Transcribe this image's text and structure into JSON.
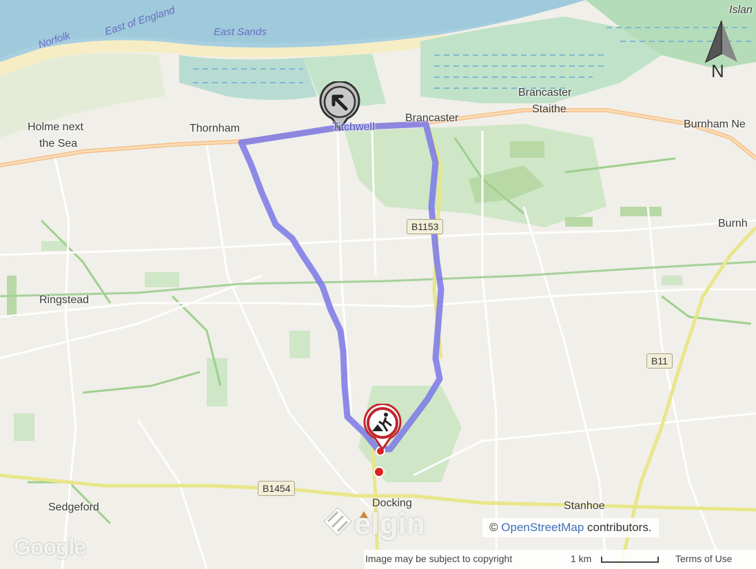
{
  "map": {
    "places": {
      "holme": "Holme next",
      "holme2": "the Sea",
      "thornham": "Thornham",
      "titchwell": "Titchwell",
      "brancaster": "Brancaster",
      "brancaster_staithe": "Brancaster",
      "brancaster_staithe2": "Staithe",
      "burnham_ne": "Burnham Ne",
      "burnh": "Burnh",
      "ringstead": "Ringstead",
      "sedgeford": "Sedgeford",
      "docking": "Docking",
      "stanhoe": "Stanhoe",
      "islan": "Islan"
    },
    "areas": {
      "norfolk": "Norfolk",
      "east_of_england": "East of England",
      "east_sands": "East Sands"
    },
    "roads": {
      "b1153": "B1153",
      "b1454": "B1454",
      "b11": "B11"
    },
    "compass_label": "N",
    "markers": {
      "direction": "arrow-up-left-icon",
      "roadworks": "roadworks-icon"
    },
    "route_color": "#7a78e6"
  },
  "overlay": {
    "google_logo": "Google",
    "elgin_logo": "elgin",
    "attribution_prefix": "©",
    "attribution_link": "OpenStreetMap",
    "attribution_suffix": "contributors.",
    "copyright": "Image may be subject to copyright",
    "scale_label": "1 km",
    "terms": "Terms of Use"
  }
}
